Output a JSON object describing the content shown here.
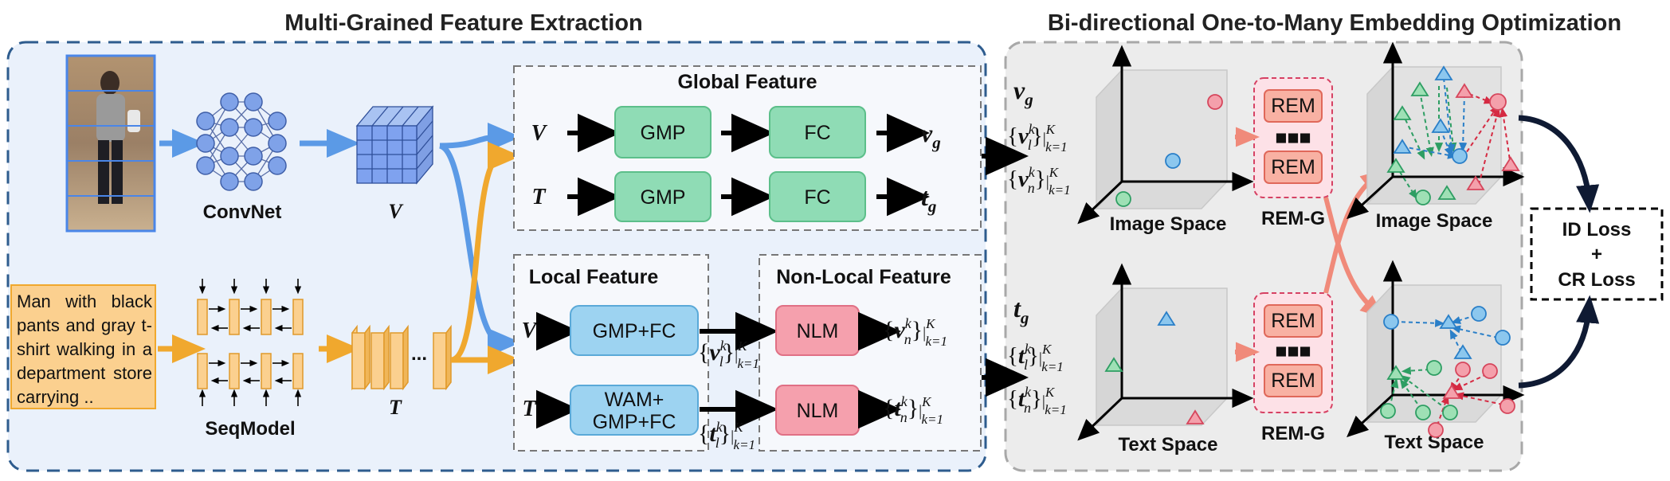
{
  "titles": {
    "left": "Multi-Grained Feature Extraction",
    "right": "Bi-directional One-to-Many Embedding Optimization"
  },
  "backbone": {
    "convnet_label": "ConvNet",
    "seqmodel_label": "SeqModel",
    "visual_var": "V",
    "text_var": "T",
    "ellipsis": "...",
    "caption": "Man with black pants and gray t-shirt walking in a department store carrying .."
  },
  "global_feature": {
    "title": "Global Feature",
    "rows": [
      {
        "input": "V",
        "pool": "GMP",
        "fc": "FC",
        "out": "v",
        "out_sub": "g"
      },
      {
        "input": "T",
        "pool": "GMP",
        "fc": "FC",
        "out": "t",
        "out_sub": "g"
      }
    ]
  },
  "local_feature": {
    "title": "Local Feature",
    "rows": [
      {
        "input": "V",
        "module": [
          "GMP+FC"
        ],
        "set": "v",
        "sub": "l"
      },
      {
        "input": "T",
        "module": [
          "WAM+",
          "GMP+FC"
        ],
        "set": "t",
        "sub": "l"
      }
    ]
  },
  "nonlocal_feature": {
    "title": "Non-Local Feature",
    "rows": [
      {
        "module": "NLM",
        "set": "v",
        "sub": "n"
      },
      {
        "module": "NLM",
        "set": "t",
        "sub": "n"
      }
    ]
  },
  "set_notation": {
    "sup": "k",
    "upper": "K",
    "lower": "k=1"
  },
  "embedding": {
    "image_space": "Image Space",
    "text_space": "Text Space",
    "rem": "REM",
    "rem_dots": "■■■",
    "rem_group": "REM-G",
    "vars": {
      "vg": "v",
      "tg": "t",
      "sub_g": "g"
    }
  },
  "loss": {
    "line1": "ID Loss",
    "line2": "+",
    "line3": "CR Loss"
  },
  "colors": {
    "panel_bg_left": "#eaf1fb",
    "panel_border_left": "#2e5c8e",
    "panel_bg_right": "#ececec",
    "green_box": "#8fdcb5",
    "blue_box": "#9dd3f1",
    "red_box": "#f5a0ad",
    "rem_box": "#f8b1a3",
    "rem_group_bg": "#fde1e7",
    "blue_arrow": "#5b9ae6",
    "orange_arrow": "#f0a82e",
    "salmon_arrow": "#f08a7a",
    "node_green": "#9ee0b5",
    "node_blue": "#8cc7ee",
    "node_red": "#f4a0ab"
  }
}
